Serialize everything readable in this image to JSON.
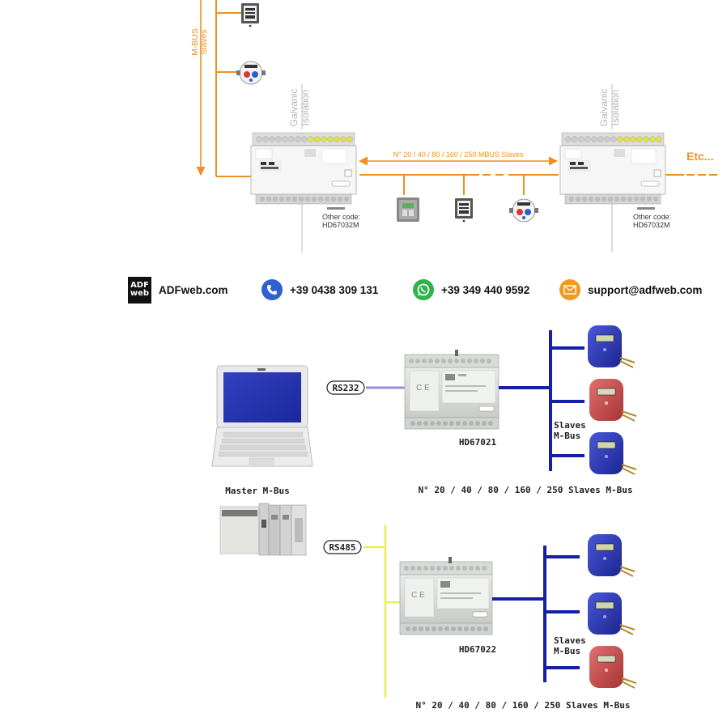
{
  "top_diagram": {
    "mbus_slaves_label": "M-BUS Slaves",
    "galvanic_isolation_label": "Galvanic Isolation",
    "bus_label": "N° 20 / 40 / 80 / 160 / 250 MBUS Slaves",
    "etc_label": "Etc...",
    "other_code_label": "Other code:",
    "other_code_value": "HD67032M",
    "accent_color": "#f0901e"
  },
  "contacts": {
    "website": "ADFweb.com",
    "phone": "+39 0438 309 131",
    "whatsapp": "+39 349 440 9592",
    "email": "support@adfweb.com",
    "logo_top": "ADF",
    "logo_bottom": "web"
  },
  "rs232_section": {
    "interface_label": "RS232",
    "device_code": "HD67021",
    "slaves_label": "Slaves M-Bus",
    "master_label": "Master M-Bus",
    "bus_caption": "N° 20 / 40 / 80 / 160 / 250 Slaves M-Bus"
  },
  "rs485_section": {
    "interface_label": "RS485",
    "device_code": "HD67022",
    "slaves_label": "Slaves M-Bus",
    "bus_caption": "N° 20 / 40 / 80 / 160 / 250 Slaves M-Bus"
  },
  "colors": {
    "orange": "#f0901e",
    "blue_bus": "#1520a6",
    "yellow_bus": "#ecec55",
    "rs232_line": "#9090d8"
  }
}
